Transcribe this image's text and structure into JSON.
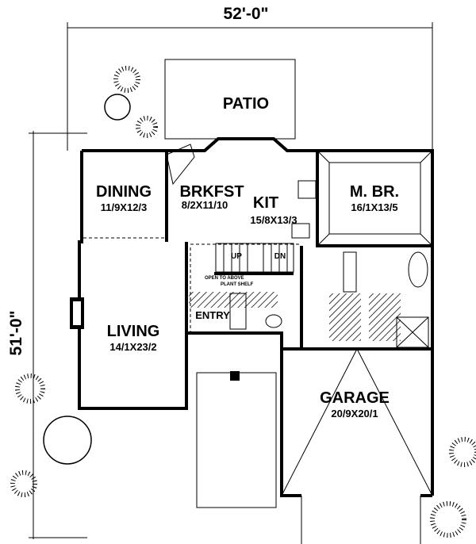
{
  "dimensions": {
    "width": "52'-0\"",
    "depth": "51'-0\""
  },
  "rooms": {
    "patio": {
      "name": "PATIO"
    },
    "dining": {
      "name": "DINING",
      "size": "11/9X12/3"
    },
    "breakfast": {
      "name": "BRKFST",
      "size": "8/2X11/10"
    },
    "kitchen": {
      "name": "KIT",
      "size": "15/8X13/3"
    },
    "master_bedroom": {
      "name": "M. BR.",
      "size": "16/1X13/5"
    },
    "living": {
      "name": "LIVING",
      "size": "14/1X23/2"
    },
    "entry": {
      "name": "ENTRY"
    },
    "garage": {
      "name": "GARAGE",
      "size": "20/9X20/1"
    }
  },
  "stairs": {
    "up": "UP",
    "down": "DN"
  },
  "notes": {
    "open_to_above": "OPEN TO ABOVE",
    "plant_shelf": "PLANT SHELF"
  }
}
